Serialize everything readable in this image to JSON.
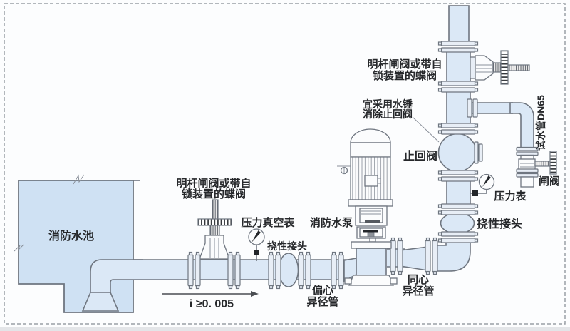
{
  "diagram": {
    "labels": {
      "tank": "消防水池",
      "left_valve": [
        "明杆闸阀或带自",
        "锁装置的蝶阀"
      ],
      "pressure_vacuum_gauge": "压力真空表",
      "flex_joint_suction": "挠性接头",
      "fire_pump": "消防水泵",
      "eccentric_reducer": [
        "偏心",
        "异径管"
      ],
      "concentric_reducer": [
        "同心",
        "异径管"
      ],
      "slope": "i ≥0. 005",
      "top_valve": [
        "明杆闸阀或带自",
        "锁装置的蝶阀"
      ],
      "water_hammer": [
        "宜采用水锤",
        "消除止回阀"
      ],
      "check_valve": "止回阀",
      "test_pipe": "试水管DN65",
      "pressure_gauge": "压力表",
      "test_gate_valve": "闸阀",
      "flex_joint_riser": "挠性接头"
    },
    "colors": {
      "pipe": "#dbe8f6",
      "tank": "#cfe1f3",
      "stroke": "#6f7680",
      "flange": "#e8eef6",
      "label": "#26282b",
      "background": "#fcfdfe",
      "border": "#9aa0a6"
    }
  }
}
